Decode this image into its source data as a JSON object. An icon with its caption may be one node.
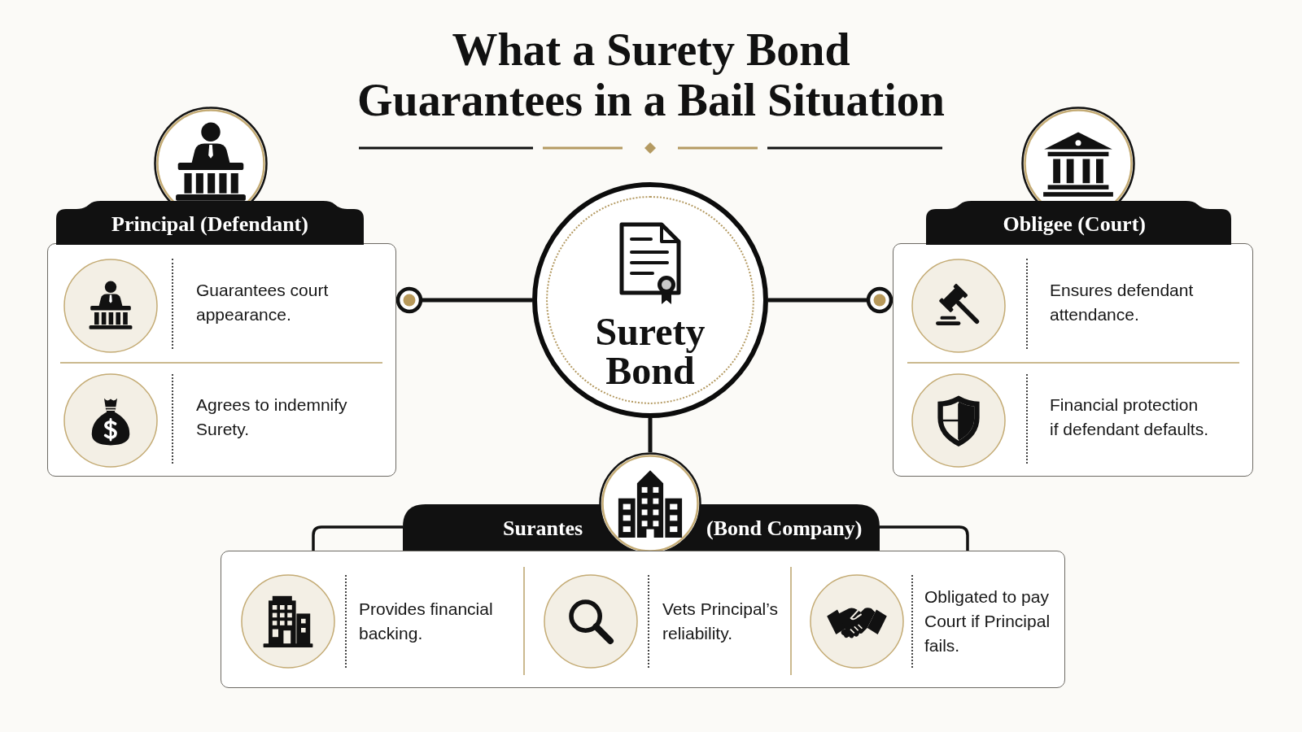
{
  "diagram": {
    "title": "What a Surety Bond Guarantees in a Bail Situation",
    "nodes": [
      {
        "text": [
          "Principal (Defendant)",
          "Guarantees court appearance.",
          "Agrees to indemnify Surety."
        ]
      },
      {
        "text": [
          "Surety Bond"
        ]
      },
      {
        "text": [
          "Obligee (Court)",
          "Ensures defendant attendance.",
          "Financial protection if defendant defaults."
        ]
      },
      {
        "text": [
          "Surantes",
          "(Bond Company)",
          "Provides financial backing.",
          "Vets Principal’s reliability.",
          "Obligated to pay Court if Principal fails."
        ]
      }
    ],
    "edges": [
      {
        "from": 1,
        "to": 0,
        "arrow": "other"
      },
      {
        "from": 1,
        "to": 2,
        "arrow": "other"
      },
      {
        "from": 1,
        "to": 3,
        "arrow": "none"
      }
    ]
  }
}
